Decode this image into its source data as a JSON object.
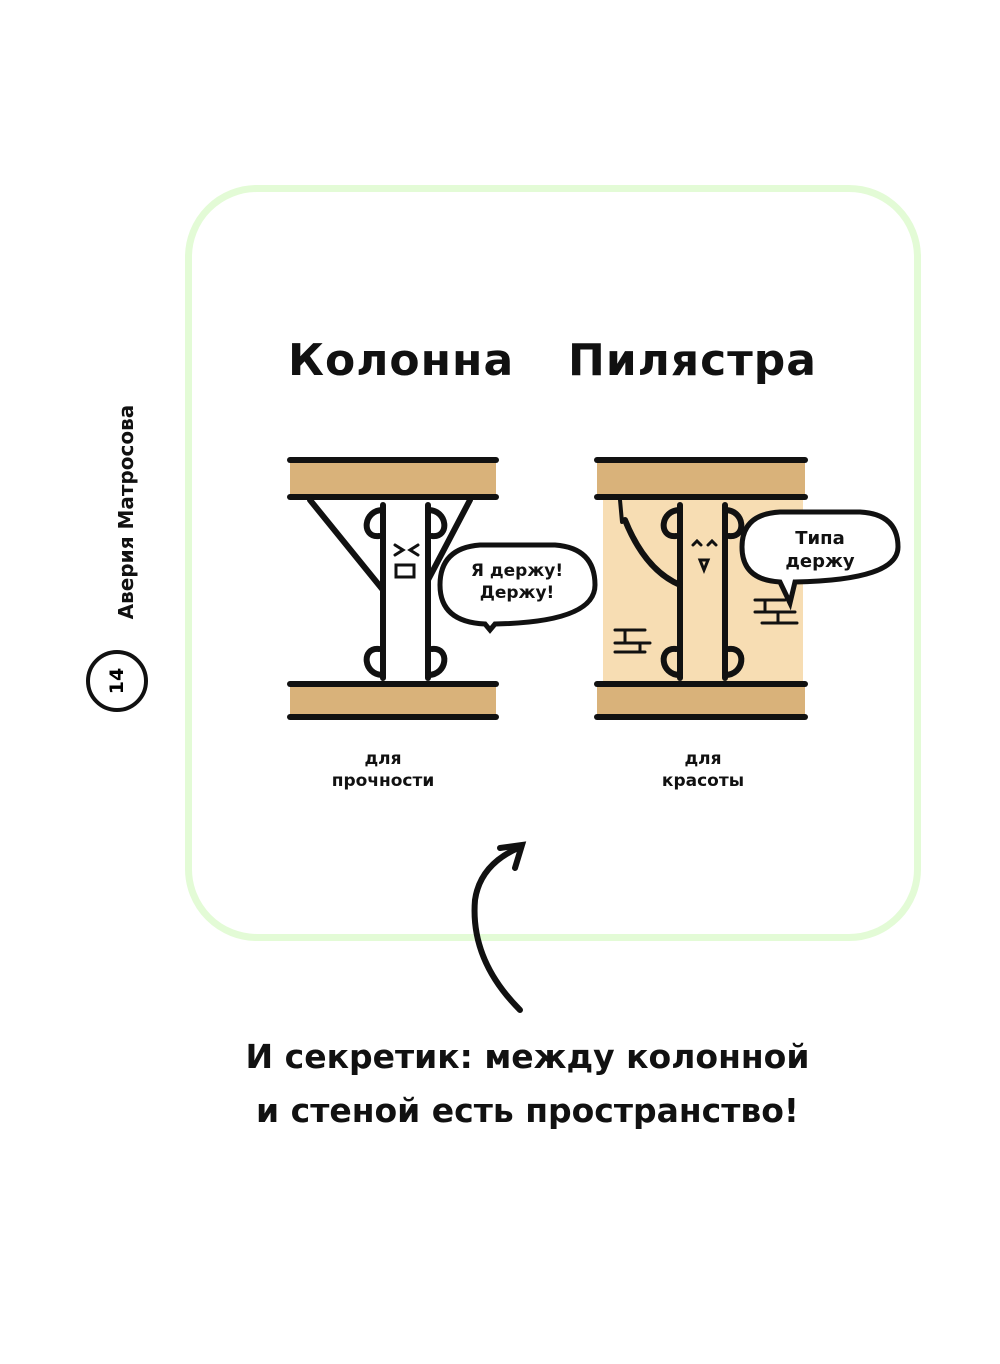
{
  "sidebar": {
    "author": "Аверия Матросова",
    "page_number": "14"
  },
  "titles": {
    "column": "Колонна",
    "pilaster": "Пилястра"
  },
  "bubbles": {
    "column": [
      "Я держу!",
      "Держу!"
    ],
    "pilaster": [
      "Типа",
      "держу"
    ]
  },
  "captions": {
    "column": [
      "для",
      "прочности"
    ],
    "pilaster": [
      "для",
      "красоты"
    ]
  },
  "bottom_text": [
    "И секретик: между колонной",
    "и стеной есть пространство!"
  ],
  "colors": {
    "frame": "#e3fbd6",
    "beam": "#d9b27a",
    "wall": "#f7ddb3",
    "ink": "#111111"
  }
}
